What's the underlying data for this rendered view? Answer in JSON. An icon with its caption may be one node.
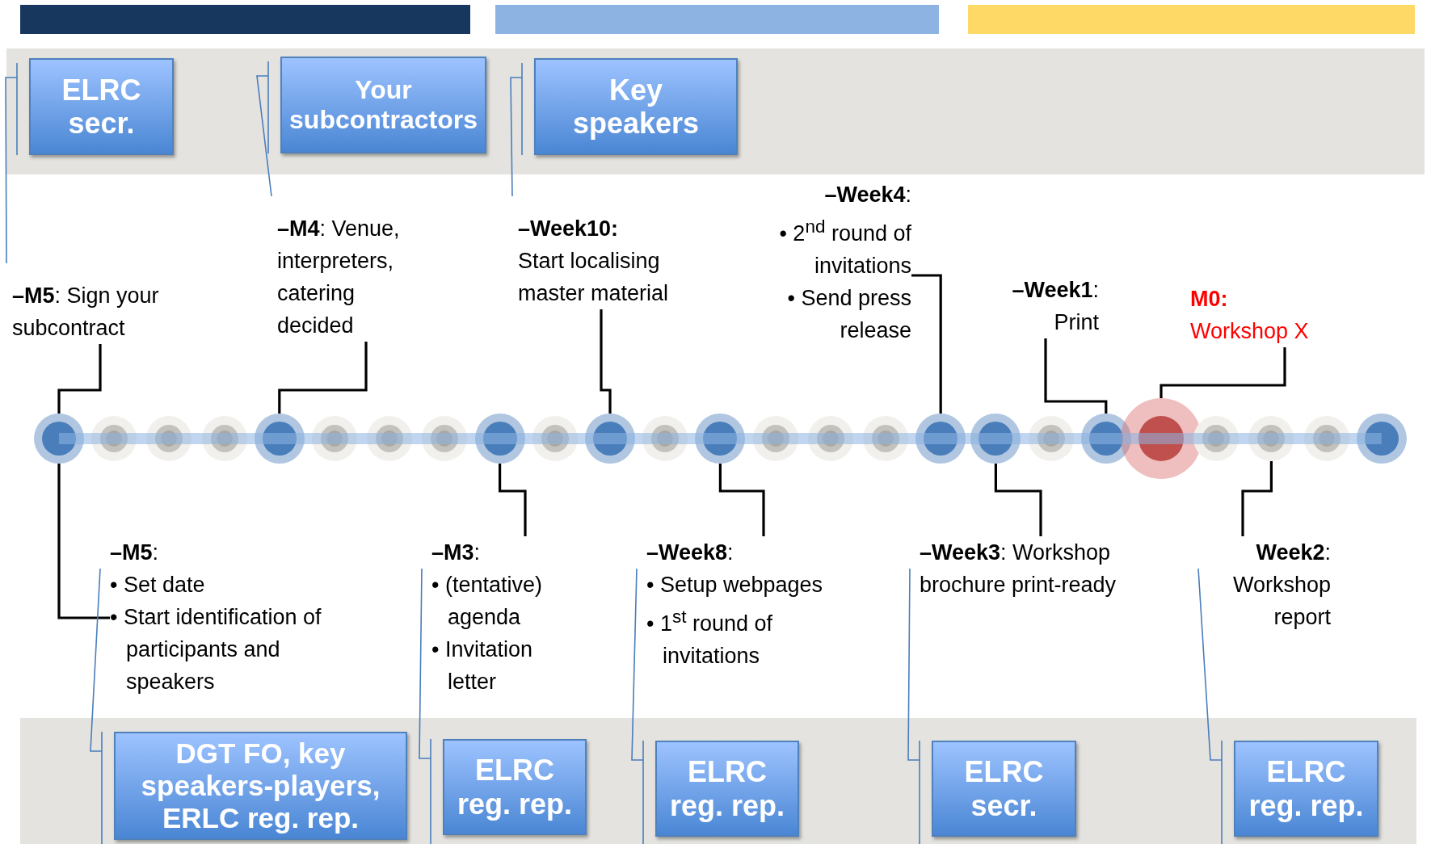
{
  "diagram": {
    "nodes": [
      {
        "text": [
          "ELRC secr."
        ]
      },
      {
        "text": [
          "Your subcontractors"
        ]
      },
      {
        "text": [
          "Key speakers"
        ]
      },
      {
        "text": [
          "**–M5**: Sign your subcontract"
        ]
      },
      {
        "text": [
          "**–M4**: Venue, interpreters, catering decided"
        ]
      },
      {
        "text": [
          "**–Week10:**",
          "Start localising master material"
        ]
      },
      {
        "text": [
          "**–Week4**:",
          "• 2$^{nd}$ round of invitations",
          "• Send press release"
        ]
      },
      {
        "text": [
          "**–Week1**:",
          "Print"
        ]
      },
      {
        "text": [
          "M0:",
          "Workshop X"
        ]
      },
      {
        "text": [],
        "shape": "circle"
      },
      {
        "text": [],
        "shape": "circle"
      },
      {
        "text": [],
        "shape": "circle"
      },
      {
        "text": [],
        "shape": "circle"
      },
      {
        "text": [],
        "shape": "circle"
      },
      {
        "text": [],
        "shape": "circle"
      },
      {
        "text": [],
        "shape": "circle"
      },
      {
        "text": [],
        "shape": "circle"
      },
      {
        "text": [],
        "shape": "circle"
      },
      {
        "text": [],
        "shape": "circle"
      },
      {
        "text": [],
        "shape": "circle"
      },
      {
        "text": [],
        "shape": "circle"
      },
      {
        "text": [],
        "shape": "circle"
      },
      {
        "text": [],
        "shape": "circle"
      },
      {
        "text": [],
        "shape": "circle"
      },
      {
        "text": [],
        "shape": "circle"
      },
      {
        "text": [],
        "shape": "circle"
      },
      {
        "text": [],
        "shape": "circle"
      },
      {
        "text": [],
        "shape": "circle"
      },
      {
        "text": [],
        "shape": "circle"
      },
      {
        "text": [],
        "shape": "circle"
      },
      {
        "text": [],
        "shape": "circle"
      },
      {
        "text": [],
        "shape": "circle"
      },
      {
        "text": [],
        "shape": "circle"
      },
      {
        "text": [],
        "shape": "circle"
      },
      {
        "text": [
          "**–M5**:",
          "• Set date",
          "• Start identification of participants and speakers"
        ]
      },
      {
        "text": [
          "**–M3**:",
          "• (tentative) agenda",
          "• Invitation letter"
        ]
      },
      {
        "text": [
          "**–Week8**:",
          "• Setup webpages",
          "• 1$^{st}$ round of invitations"
        ]
      },
      {
        "text": [
          "**–Week3**: Workshop brochure print-ready"
        ]
      },
      {
        "text": [
          "**Week2**:",
          "Workshop report"
        ]
      },
      {
        "text": [
          "DGT FO, key speakers-players, ERLC reg. rep."
        ]
      },
      {
        "text": [
          "ELRC reg. rep."
        ]
      },
      {
        "text": [
          "ELRC reg. rep."
        ]
      },
      {
        "text": [
          "ELRC secr."
        ]
      },
      {
        "text": [
          "ELRC reg. rep."
        ]
      }
    ],
    "edges": [
      {
        "from": 3,
        "to": 9,
        "arrow": "none"
      },
      {
        "from": 4,
        "to": 13,
        "arrow": "none"
      },
      {
        "from": 5,
        "to": 19,
        "arrow": "none"
      },
      {
        "from": 6,
        "to": 25,
        "arrow": "none"
      },
      {
        "from": 7,
        "to": 28,
        "arrow": "none"
      },
      {
        "from": 8,
        "to": 29,
        "arrow": "none"
      },
      {
        "from": 34,
        "to": 9,
        "arrow": "none"
      },
      {
        "from": 35,
        "to": 17,
        "arrow": "none"
      },
      {
        "from": 36,
        "to": 21,
        "arrow": "none"
      },
      {
        "from": 37,
        "to": 26,
        "arrow": "none"
      },
      {
        "from": 38,
        "to": 31,
        "arrow": "none"
      },
      {
        "from": 0,
        "to": 3,
        "arrow": "none",
        "color": "#4a7ebb"
      },
      {
        "from": 1,
        "to": 4,
        "arrow": "none",
        "color": "#4a7ebb"
      },
      {
        "from": 2,
        "to": 5,
        "arrow": "none",
        "color": "#4a7ebb"
      },
      {
        "from": 39,
        "to": 34,
        "arrow": "none",
        "color": "#4a7ebb"
      },
      {
        "from": 40,
        "to": 35,
        "arrow": "none",
        "color": "#4a7ebb"
      },
      {
        "from": 41,
        "to": 36,
        "arrow": "none",
        "color": "#4a7ebb"
      },
      {
        "from": 42,
        "to": 37,
        "arrow": "none",
        "color": "#4a7ebb"
      },
      {
        "from": 43,
        "to": 38,
        "arrow": "none",
        "color": "#4a7ebb"
      }
    ]
  }
}
